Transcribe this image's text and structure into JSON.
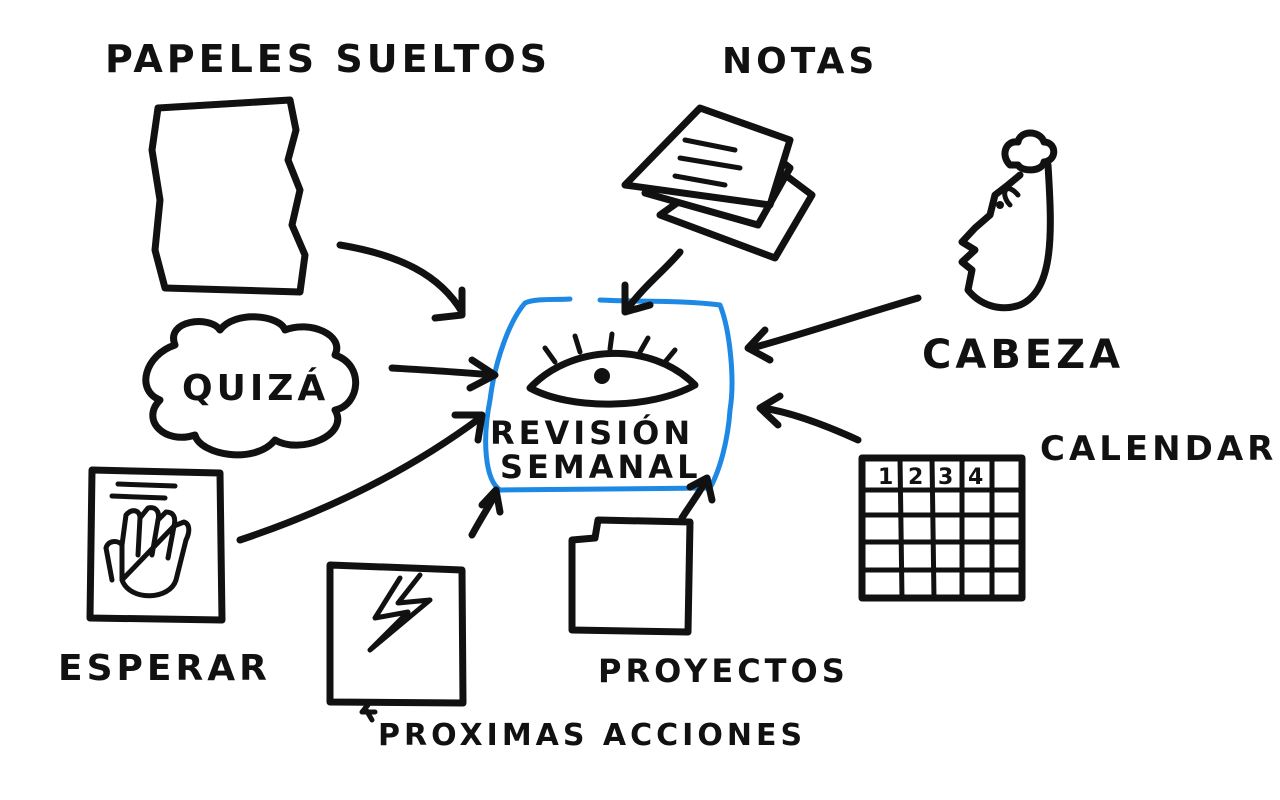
{
  "center": {
    "title_line1": "REVISIÓN",
    "title_line2": "SEMANAL"
  },
  "inputs": {
    "papeles_sueltos": "PAPELES SUELTOS",
    "notas": "NOTAS",
    "cabeza": "CABEZA",
    "quiza": "QUIZÁ",
    "calendario": "CALENDARIO",
    "esperar": "ESPERAR",
    "proximas_acciones": "PROXIMAS ACCIONES",
    "proyectos": "PROYECTOS"
  },
  "calendar_days": [
    "1",
    "2",
    "3",
    "4"
  ],
  "colors": {
    "ink": "#111111",
    "highlight": "#1e88e5",
    "background": "#ffffff"
  }
}
